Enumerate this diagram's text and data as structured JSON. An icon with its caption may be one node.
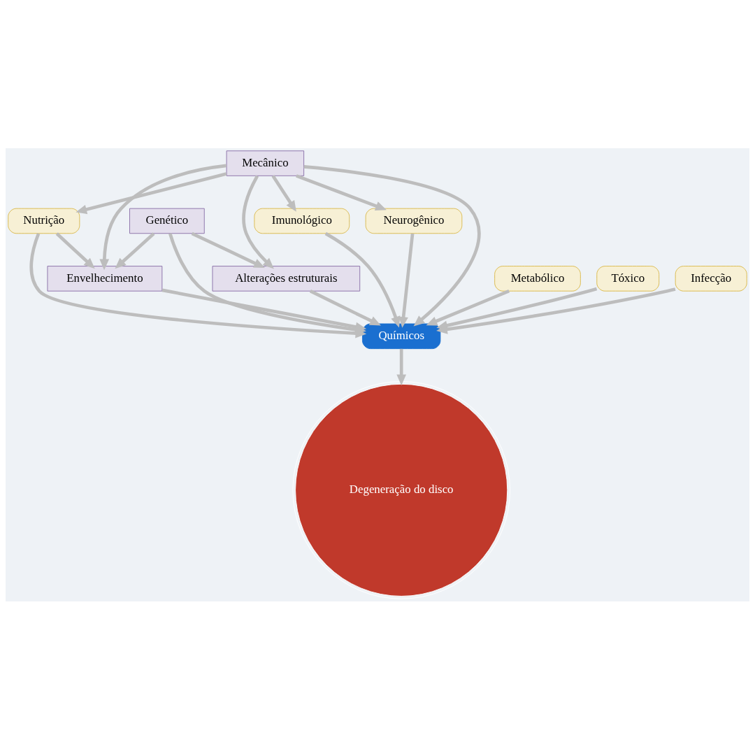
{
  "diagram": {
    "nodes": [
      {
        "text": [
          "Mecânico"
        ]
      },
      {
        "text": [
          "Envelhecimento"
        ]
      },
      {
        "text": [
          "Genético"
        ]
      },
      {
        "text": [
          "Alterações estruturais"
        ]
      },
      {
        "text": [
          "Nutrição"
        ]
      },
      {
        "text": [
          "Imunológico"
        ]
      },
      {
        "text": [
          "Neurogênico"
        ]
      },
      {
        "text": [
          "Metabólico"
        ]
      },
      {
        "text": [
          "Tóxico"
        ]
      },
      {
        "text": [
          "Infecção"
        ]
      },
      {
        "text": [
          "Químicos"
        ]
      },
      {
        "text": [
          "Degeneração do disco"
        ]
      }
    ],
    "edges": [
      {
        "from": 0,
        "to": 1,
        "arrow": "to"
      },
      {
        "from": 0,
        "to": 4,
        "arrow": "to"
      },
      {
        "from": 0,
        "to": 5,
        "arrow": "to"
      },
      {
        "from": 0,
        "to": 10,
        "arrow": "to"
      },
      {
        "from": 0,
        "to": 6,
        "arrow": "to"
      },
      {
        "from": 0,
        "to": 3,
        "arrow": "to"
      },
      {
        "from": 1,
        "to": 10,
        "arrow": "to"
      },
      {
        "from": 4,
        "to": 1,
        "arrow": "to"
      },
      {
        "from": 4,
        "to": 10,
        "arrow": "to"
      },
      {
        "from": 5,
        "to": 10,
        "arrow": "to"
      },
      {
        "from": 6,
        "to": 10,
        "arrow": "to"
      },
      {
        "from": 7,
        "to": 10,
        "arrow": "to"
      },
      {
        "from": 2,
        "to": 10,
        "arrow": "to"
      },
      {
        "from": 8,
        "to": 10,
        "arrow": "to"
      },
      {
        "from": 3,
        "to": 10,
        "arrow": "to"
      },
      {
        "from": 9,
        "to": 10,
        "arrow": "to"
      },
      {
        "from": 2,
        "to": 1,
        "arrow": "to"
      },
      {
        "from": 2,
        "to": 3,
        "arrow": "to"
      },
      {
        "from": 10,
        "to": 11,
        "arrow": "to"
      }
    ]
  }
}
